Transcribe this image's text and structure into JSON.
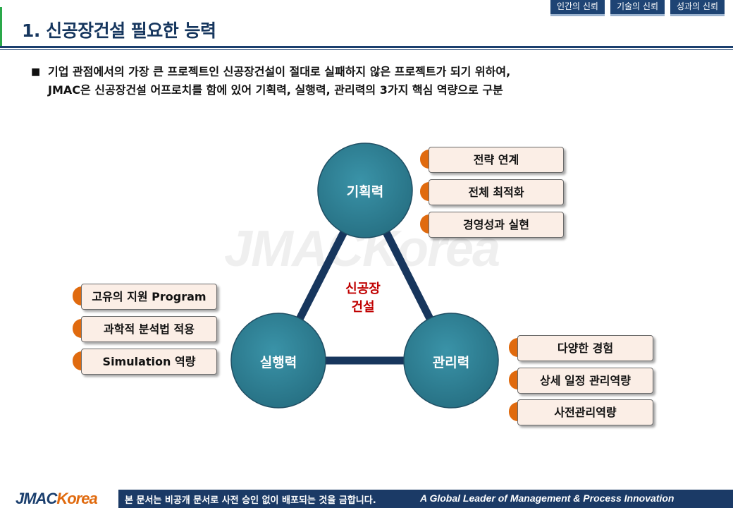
{
  "header": {
    "title": "1. 신공장건설 필요한 능력",
    "tabs": [
      "인간의 신뢰",
      "기술의 신뢰",
      "성과의 신뢰"
    ]
  },
  "intro": {
    "bullet": "■",
    "line1": "기업 관점에서의 가장 큰 프로젝트인 신공장건설이 절대로 실패하지 않은 프로젝트가 되기 위하여,",
    "line2": "JMAC은 신공장건설 어프로치를 함에 있어 기획력, 실행력, 관리력의 3가지 핵심 역량으로 구분"
  },
  "diagram": {
    "center_label": [
      "신공장",
      "건설"
    ],
    "nodes": {
      "top": "기획력",
      "left": "실행력",
      "right": "관리력"
    },
    "top_tags": [
      "전략 연계",
      "전체 최적화",
      "경영성과 실현"
    ],
    "left_tags": [
      "고유의 지원 Program",
      "과학적 분석법 적용",
      "Simulation 역량"
    ],
    "right_tags": [
      "다양한 경험",
      "상세 일정 관리역량",
      "사전관리역량"
    ]
  },
  "footer": {
    "logo_main": "JMAC",
    "logo_accent": "Korea",
    "notice": "본 문서는 비공개 문서로 사전 승인 없이 배포되는 것을 금합니다.",
    "slogan": "A Global Leader of Management & Process  Innovation"
  },
  "colors": {
    "navy": "#1b3f6e",
    "teal_circle": "#2f7f94",
    "orange": "#e06a0e",
    "tag_fill": "#fbeee6",
    "center_text": "#c00000"
  }
}
